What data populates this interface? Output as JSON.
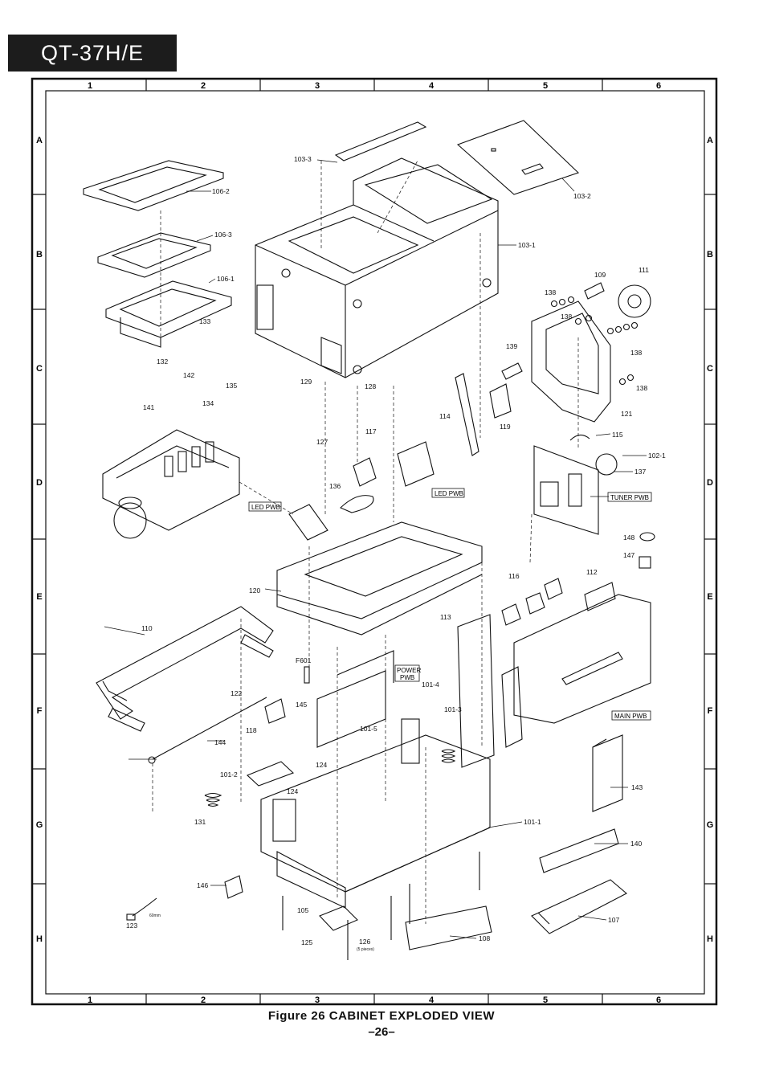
{
  "header": {
    "model": "QT-37H/E"
  },
  "grid": {
    "columns": [
      "1",
      "2",
      "3",
      "4",
      "5",
      "6"
    ],
    "rows": [
      "A",
      "B",
      "C",
      "D",
      "E",
      "F",
      "G",
      "H"
    ]
  },
  "pwb_labels": {
    "led_left": "LED PWB",
    "led_right": "LED PWB",
    "tuner": "TUNER PWB",
    "power_line1": "POWER",
    "power_line2": "PWB",
    "main": "MAIN PWB"
  },
  "callouts": {
    "c103_3": "103-3",
    "c103_2": "103-2",
    "c103_1": "103-1",
    "c106_2": "106-2",
    "c106_3": "106-3",
    "c106_1": "106-1",
    "c133": "133",
    "c132": "132",
    "c142": "142",
    "c135": "135",
    "c134": "134",
    "c141": "141",
    "c129": "129",
    "c128": "128",
    "c127": "127",
    "c117": "117",
    "c114": "114",
    "c119": "119",
    "c138a": "138",
    "c138b": "138",
    "c138c": "138",
    "c138d": "138",
    "c109": "109",
    "c111": "111",
    "c139": "139",
    "c121": "121",
    "c115": "115",
    "c102_1": "102-1",
    "c137": "137",
    "c136": "136",
    "c148": "148",
    "c147": "147",
    "c116": "116",
    "c112": "112",
    "c120": "120",
    "c113": "113",
    "c110": "110",
    "cF601": "F601",
    "c101_4": "101-4",
    "c101_3": "101-3",
    "c101_5": "101-5",
    "c122": "122",
    "c145": "145",
    "c118": "118",
    "c144": "144",
    "c124a": "124",
    "c124b": "124",
    "c101_2": "101-2",
    "c131": "131",
    "c143": "143",
    "c101_1": "101-1",
    "c140": "140",
    "c146": "146",
    "c105": "105",
    "c123": "123",
    "c60mm": "60mm",
    "c125": "125",
    "c126": "126",
    "c126_note": "(5 pieces)",
    "c108": "108",
    "c107": "107"
  },
  "footer": {
    "title": "Figure 26 CABINET EXPLODED VIEW",
    "page": "–26–"
  }
}
